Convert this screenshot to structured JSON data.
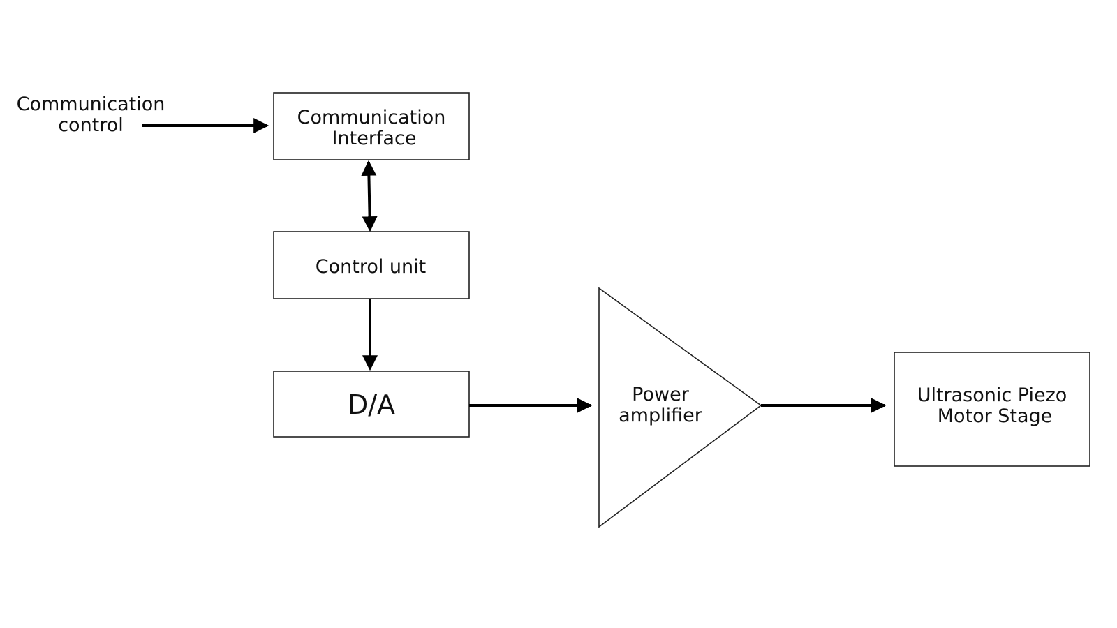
{
  "diagram": {
    "input": {
      "line1": "Communication",
      "line2": "control"
    },
    "blocks": {
      "communication_interface": {
        "line1": "Communication",
        "line2": "Interface"
      },
      "control_unit": {
        "line1": "Control unit"
      },
      "da": {
        "line1": "D/A"
      },
      "power_amplifier": {
        "line1": "Power",
        "line2": "amplifier"
      },
      "motor_stage": {
        "line1": "Ultrasonic Piezo",
        "line2": "Motor Stage"
      }
    },
    "colors": {
      "line": "#000000",
      "block_border": "#222222",
      "background": "#ffffff"
    }
  }
}
